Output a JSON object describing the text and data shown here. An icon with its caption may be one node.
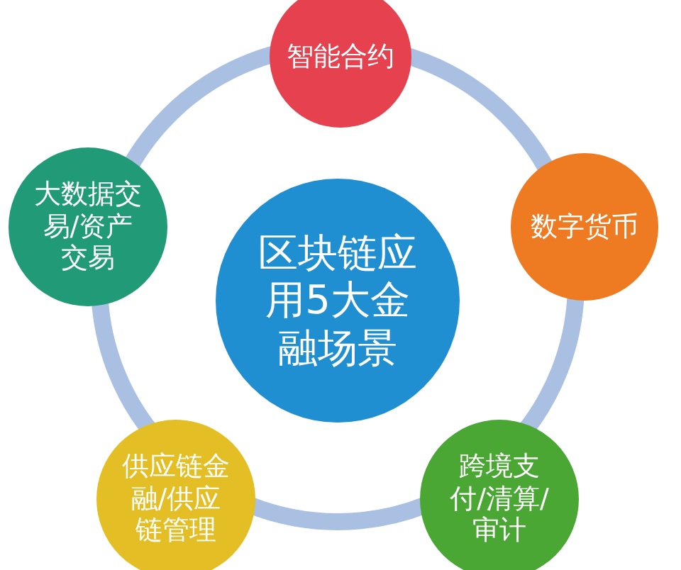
{
  "diagram": {
    "nodes": [
      {
        "text": [
          "智能合约"
        ]
      },
      {
        "text": [
          "大数据交易/资产交易"
        ]
      },
      {
        "text": [
          "区块链应用5大金融场景"
        ]
      },
      {
        "text": [
          "数字货币"
        ]
      },
      {
        "text": [
          "供应链金融/供应链管理"
        ]
      },
      {
        "text": [
          "跨境支付/清算/审计"
        ]
      }
    ]
  }
}
